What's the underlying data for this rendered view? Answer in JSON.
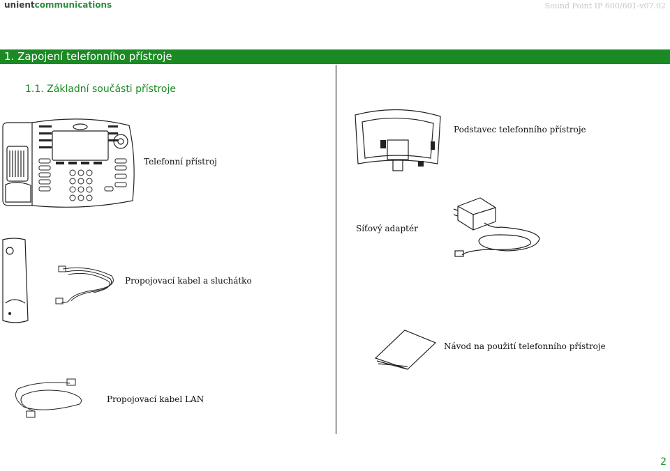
{
  "header": {
    "logo_part1": "unient",
    "logo_part2": "communications",
    "doc_id": "Sound Point IP 600/601-v07.02"
  },
  "section": {
    "title": "1.  Zapojení telefonního přístroje",
    "subsection": "1.1.  Základní součásti přístroje"
  },
  "components": {
    "phone": "Telefonní přístroj",
    "stand": "Podstavec telefonního přístroje",
    "adapter": "Síťový adaptér",
    "handset_cable": "Propojovací kabel a sluchátko",
    "manual": "Návod na použití telefonního přístroje",
    "lan_cable": "Propojovací kabel LAN"
  },
  "footer": {
    "page_number": "2"
  },
  "colors": {
    "brand_green": "#1b8a24",
    "doc_id_gray": "#c7c7c7"
  }
}
